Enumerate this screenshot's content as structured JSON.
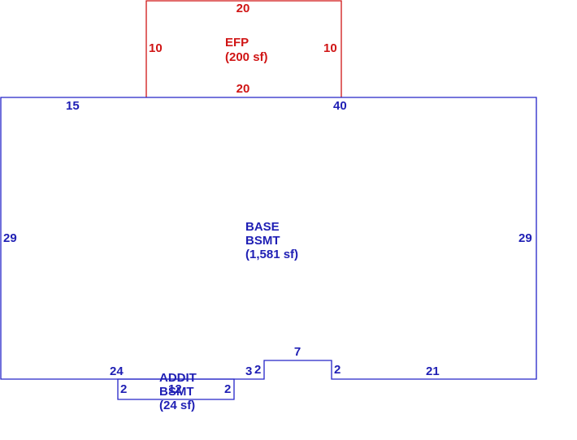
{
  "colors": {
    "blue": "#1f1fb4",
    "red": "#d01515"
  },
  "areas": {
    "efp": {
      "name": "EFP",
      "area": "(200 sf)"
    },
    "base": {
      "line1": "BASE",
      "line2": "BSMT",
      "area": "(1,581 sf)"
    },
    "addit": {
      "line1": "ADDIT",
      "line2": "BSMT",
      "area": "(24 sf)"
    }
  },
  "dimensions": {
    "efp_top": "20",
    "efp_left": "10",
    "efp_right": "10",
    "efp_bottom": "20",
    "base_top_left": "15",
    "base_top_right": "40",
    "base_left": "29",
    "base_right": "29",
    "base_bottom_left": "24",
    "base_bottom_3": "3",
    "notch_left": "2",
    "notch_top": "7",
    "notch_right": "2",
    "base_bottom_right": "21",
    "addit_left": "2",
    "addit_bottom": "12",
    "addit_right": "2"
  }
}
